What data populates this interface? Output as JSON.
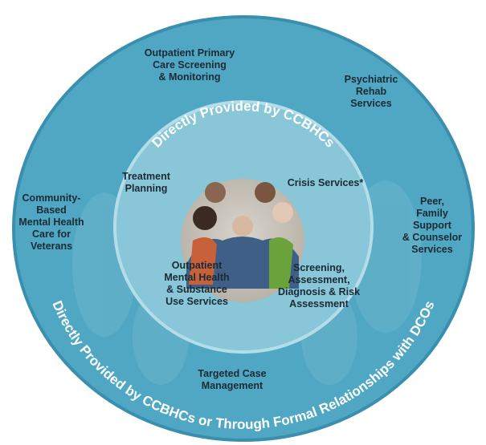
{
  "colors": {
    "outer_ring": "#4fa7c4",
    "outer_edge": "#3a8fae",
    "inner_ring": "#8cc8da",
    "inner_edge": "#b9e0ea",
    "text": "#1b2a33"
  },
  "inner_arc_title": "Directly Provided by CCBHCs",
  "outer_arc_title": "Directly Provided by CCBHCs or Through Formal Relationships with DCOs",
  "outer_services": [
    [
      "Outpatient Primary",
      "Care Screening",
      "& Monitoring"
    ],
    [
      "Psychiatric",
      "Rehab",
      "Services"
    ],
    [
      "Community-",
      "Based",
      "Mental Health",
      "Care for",
      "Veterans"
    ],
    [
      "Peer,",
      "Family",
      "Support",
      "& Counselor",
      "Services"
    ],
    [
      "Targeted Case",
      "Management"
    ]
  ],
  "inner_services": [
    [
      "Treatment",
      "Planning"
    ],
    [
      "Crisis Services*"
    ],
    [
      "Outpatient",
      "Mental Health",
      "& Substance",
      "Use Services"
    ],
    [
      "Screening,",
      "Assessment,",
      "Diagnosis & Risk",
      "Assessment"
    ]
  ]
}
